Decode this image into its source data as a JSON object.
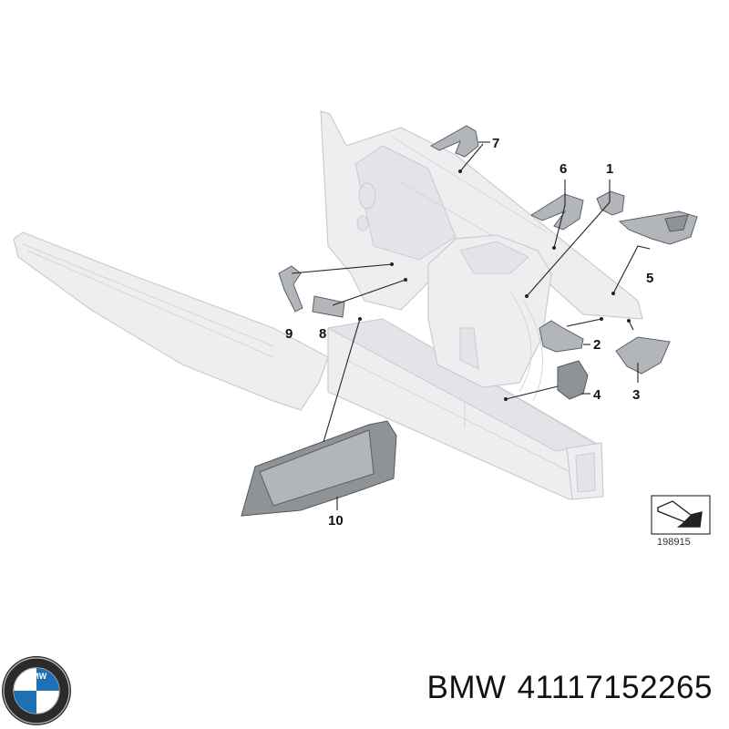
{
  "diagram": {
    "callouts": [
      {
        "id": "1",
        "label": "1"
      },
      {
        "id": "2",
        "label": "2"
      },
      {
        "id": "3",
        "label": "3"
      },
      {
        "id": "4",
        "label": "4"
      },
      {
        "id": "5",
        "label": "5"
      },
      {
        "id": "6",
        "label": "6"
      },
      {
        "id": "7",
        "label": "7"
      },
      {
        "id": "8",
        "label": "8"
      },
      {
        "id": "9",
        "label": "9"
      },
      {
        "id": "10",
        "label": "10"
      }
    ],
    "reference_number": "198915"
  },
  "logo": {
    "brand": "BMW",
    "letters": "BMW"
  },
  "caption": {
    "brand": "BMW",
    "part_number": "41117152265"
  },
  "colors": {
    "body": "#eceef0",
    "part_dark": "#8f9296",
    "ink": "#111111"
  }
}
